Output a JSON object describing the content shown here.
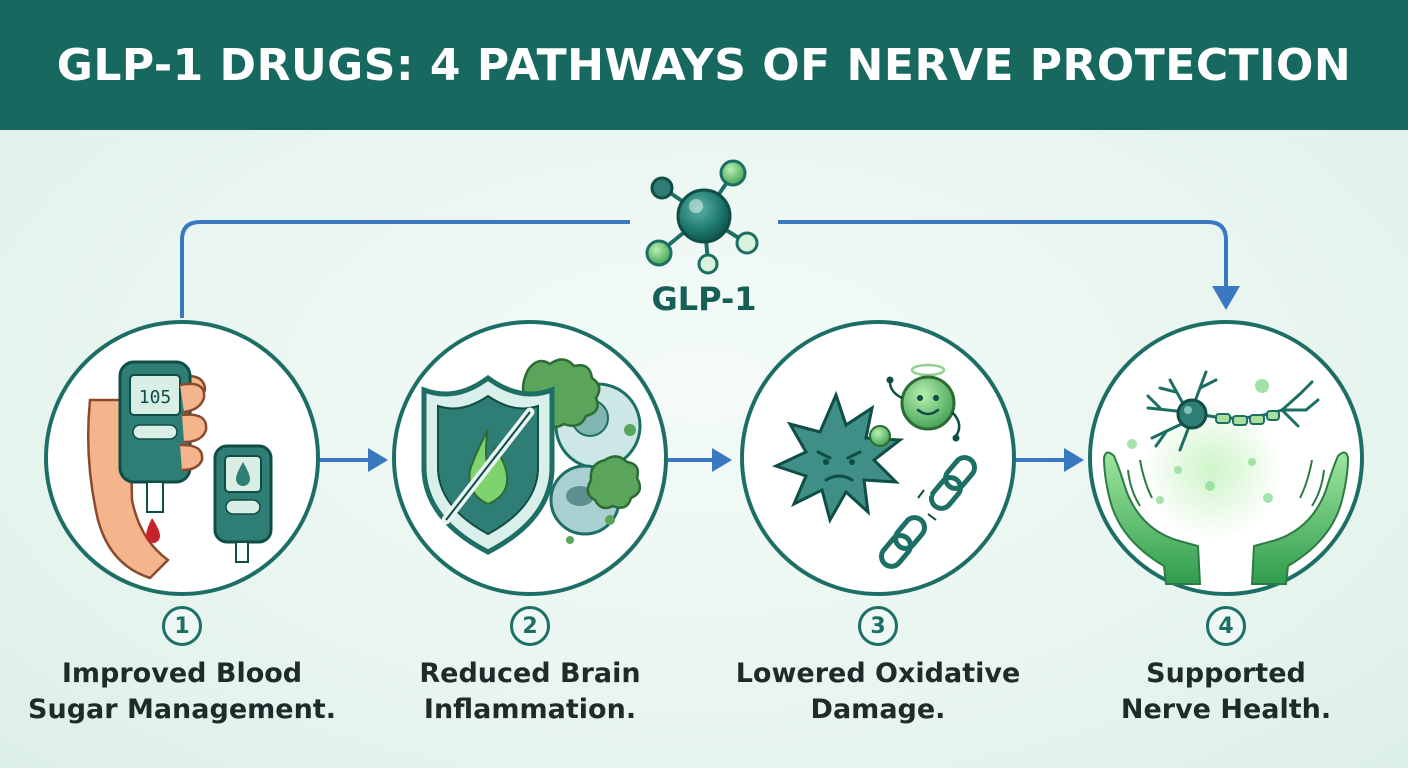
{
  "title": "GLP-1 DRUGS: 4 PATHWAYS OF NERVE PROTECTION",
  "center": {
    "label": "GLP-1"
  },
  "steps": [
    {
      "num": "1",
      "line1": "Improved Blood",
      "line2": "Sugar Management.",
      "meter_reading": "105"
    },
    {
      "num": "2",
      "line1": "Reduced Brain",
      "line2": "Inflammation."
    },
    {
      "num": "3",
      "line1": "Lowered Oxidative",
      "line2": "Damage."
    },
    {
      "num": "4",
      "line1": "Supported",
      "line2": "Nerve Health."
    }
  ],
  "colors": {
    "header": "#17695f",
    "arrow": "#3a78c2",
    "teal": "#1d6f66",
    "green": "#5cbf6a",
    "background": "#eaf6f1"
  }
}
